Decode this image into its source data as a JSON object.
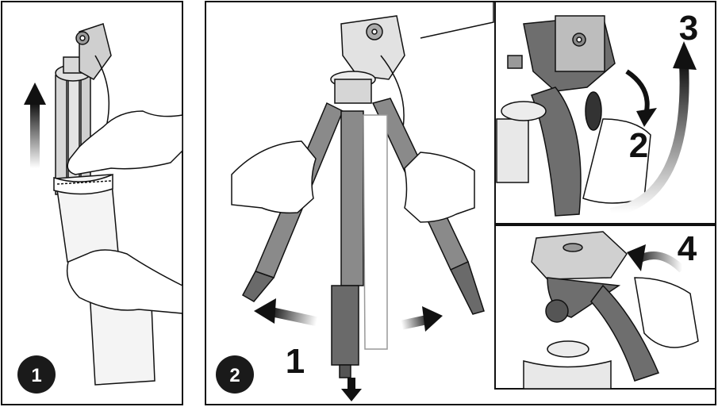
{
  "panel_1": {
    "badge": "1"
  },
  "panel_2": {
    "badge": "2",
    "step_label": "1",
    "inset_upper": {
      "step_2": "2",
      "step_3": "3"
    },
    "inset_lower": {
      "step_4": "4"
    }
  },
  "colors": {
    "ink": "#111111",
    "leg_gray": "#8a8a8a",
    "head_gray": "#bdbdbd",
    "dark_gray": "#5a5a5a",
    "badge_fill": "#1a1a1a"
  }
}
